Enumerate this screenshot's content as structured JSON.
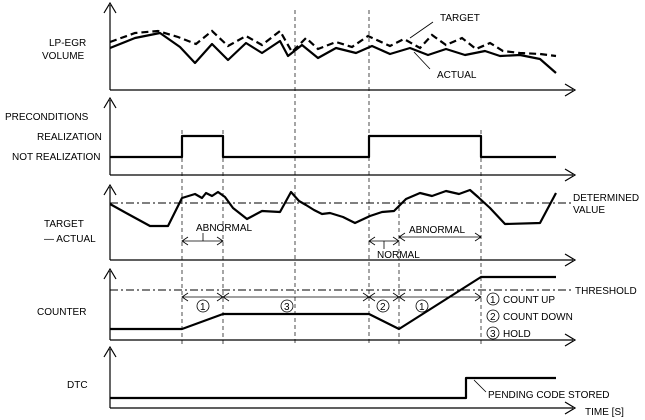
{
  "labels": {
    "lpegr_line1": "LP-EGR",
    "lpegr_line2": "VOLUME",
    "preconditions": "PRECONDITIONS",
    "realization": "REALIZATION",
    "not_realization": "NOT REALIZATION",
    "target_actual_line1": "TARGET",
    "target_actual_line2": "— ACTUAL",
    "counter": "COUNTER",
    "dtc": "DTC"
  },
  "annotations": {
    "target": "TARGET",
    "actual": "ACTUAL",
    "determined_line1": "DETERMINED",
    "determined_line2": "VALUE",
    "threshold": "THRESHOLD",
    "pending": "PENDING CODE STORED",
    "time": "TIME [S]"
  },
  "intervals": {
    "abnormal": "ABNORMAL",
    "normal": "NORMAL"
  },
  "legend": [
    {
      "num": "1",
      "text": "COUNT UP"
    },
    {
      "num": "2",
      "text": "COUNT DOWN"
    },
    {
      "num": "3",
      "text": "HOLD"
    }
  ],
  "phase_numbers": [
    "1",
    "3",
    "2",
    "1"
  ]
}
